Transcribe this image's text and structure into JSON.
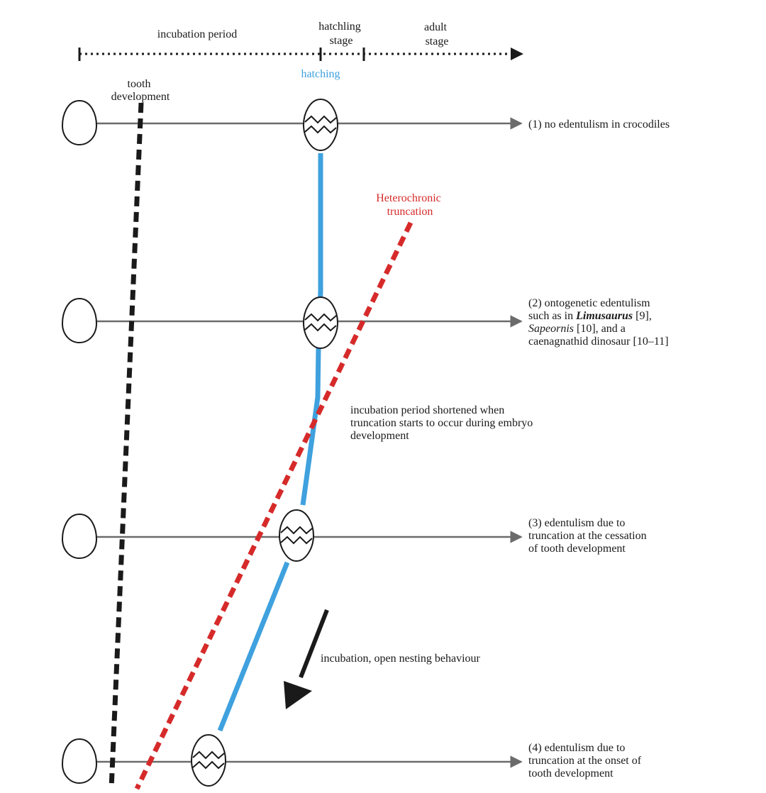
{
  "timeline": {
    "incubation_label": "incubation period",
    "hatchling_label": [
      "hatchling",
      "stage"
    ],
    "adult_label": [
      "adult",
      "stage"
    ],
    "hatching_label": "hatching"
  },
  "tooth_development_label": [
    "tooth",
    "development"
  ],
  "heterochronic_label": [
    "Heterochronic",
    "truncation"
  ],
  "scenarios": [
    {
      "lines": [
        "(1) no edentulism in crocodiles"
      ]
    },
    {
      "lines": [
        [
          {
            "t": "(2) ontogenetic edentulism"
          }
        ],
        [
          {
            "t": "such as in "
          },
          {
            "t": "Limusaurus",
            "i": true
          },
          {
            "t": " [9],"
          }
        ],
        [
          {
            "t": "Sapeornis",
            "i": true
          },
          {
            "t": " [10], and a"
          }
        ],
        [
          {
            "t": "caenagnathid dinosaur [10–11]"
          }
        ]
      ]
    },
    {
      "lines": [
        "(3) edentulism due to",
        "truncation at the cessation",
        "of tooth development"
      ]
    },
    {
      "lines": [
        "(4) edentulism due to",
        "truncation at the onset of",
        "tooth development"
      ]
    }
  ],
  "shortening_note": [
    "incubation period shortened when",
    "truncation starts to occur during embryo",
    "development"
  ],
  "incubation_arrow_label": "incubation, open nesting behaviour",
  "colors": {
    "blue_line": "#3fa1de",
    "red_dashed": "#d62a2a",
    "black_dashed": "#1a1a1a",
    "axis_gray": "#6b6b6b"
  }
}
